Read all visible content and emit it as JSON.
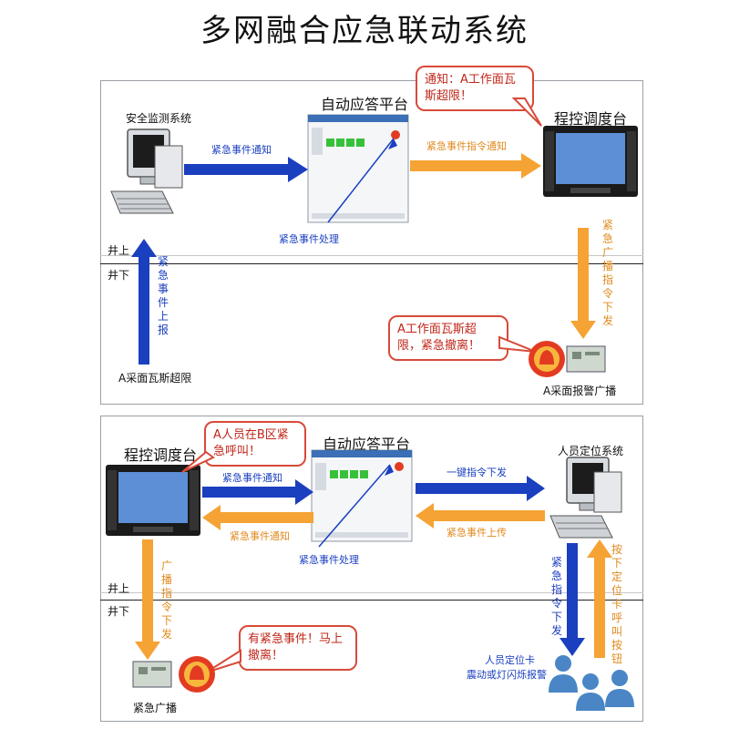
{
  "title": "多网融合应急联动系统",
  "top": {
    "safety_system": "安全监测系统",
    "auto_platform": "自动应答平台",
    "dispatch_console": "程控调度台",
    "callout_top": "通知：A工作面瓦斯超限！",
    "arrow_emergency_notice": "紧急事件通知",
    "arrow_instruction_notice": "紧急事件指令通知",
    "arrow_processing": "紧急事件处理",
    "above_ground": "井上",
    "below_ground": "井下",
    "report_vertical": "紧急事件上报",
    "broadcast_vertical": "紧急广播指令下发",
    "gas_exceed": "A采面瓦斯超限",
    "callout_alarm": "A工作面瓦斯超限，紧急撤离！",
    "alarm_broadcast": "A采面报警广播"
  },
  "bottom": {
    "dispatch_console": "程控调度台",
    "callout_call": "A人员在B区紧急呼叫！",
    "auto_platform": "自动应答平台",
    "personnel_system": "人员定位系统",
    "arrow_emergency_notice": "紧急事件通知",
    "arrow_emergency_notice2": "紧急事件通知",
    "arrow_one_key": "一键指令下发",
    "arrow_upload": "紧急事件上传",
    "arrow_processing": "紧急事件处理",
    "above_ground": "井上",
    "below_ground": "井下",
    "broadcast_vertical": "广播指令下发",
    "emergency_vertical": "紧急指令下发",
    "press_vertical": "按下定位卡呼叫按钮",
    "callout_evacuate": "有紧急事件！马上撤离！",
    "locator_card_line1": "人员定位卡",
    "locator_card_line2": "震动或灯闪烁报警",
    "emergency_broadcast": "紧急广播"
  },
  "colors": {
    "blue_arrow": "#1a3fbf",
    "orange_arrow": "#f5a334",
    "callout_border": "#d84a3a",
    "alarm_red": "#e33b22"
  }
}
